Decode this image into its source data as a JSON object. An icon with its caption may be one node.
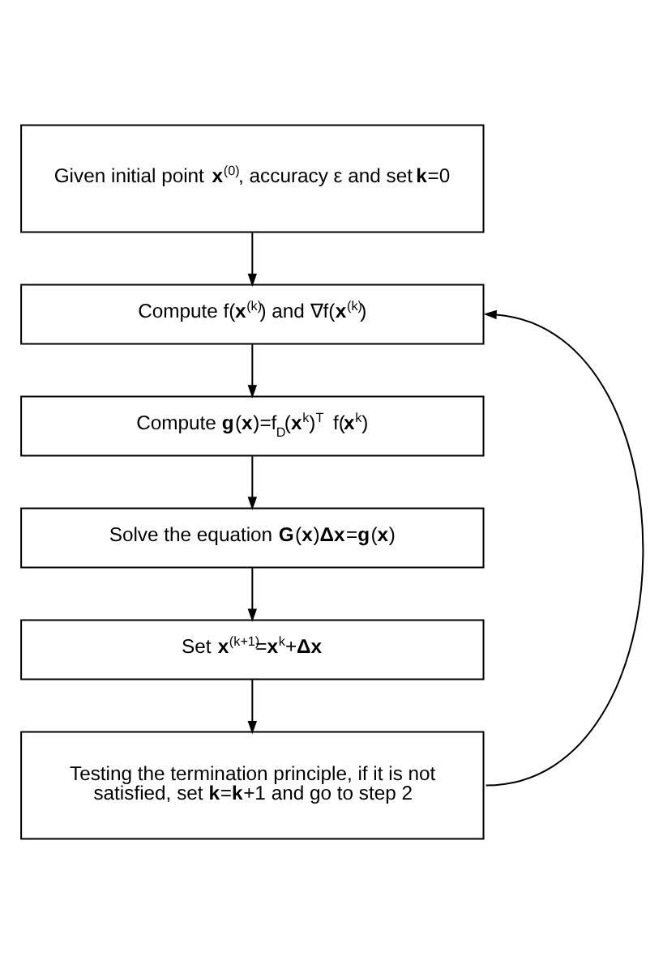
{
  "diagram": {
    "nodes": [
      {
        "text": [
          "Given initial point **x**$^{(0)}$, accuracy ε and set **k**=0"
        ]
      },
      {
        "text": [
          "Compute f(**x**$^{(k)}$) and ∇f(**x**$^{(k)}$)"
        ]
      },
      {
        "text": [
          "Compute **g**(**x**)=f$_{D}$(**x**$^{k}$)$^{T}$ f(**x**$^{k}$)"
        ]
      },
      {
        "text": [
          "Solve the equation **G**(**x**)**Δx**=**g**(**x**)"
        ]
      },
      {
        "text": [
          "Set **x**$^{(k+1)}$=**x**$^{k}$+**Δx**"
        ]
      },
      {
        "text": [
          "Testing the termination principle, if it is not satisfied, set **k**=**k**+1 and go to step 2"
        ]
      }
    ],
    "edges": [
      {
        "from": 0,
        "to": 1,
        "arrow": "to"
      },
      {
        "from": 1,
        "to": 2,
        "arrow": "to"
      },
      {
        "from": 2,
        "to": 3,
        "arrow": "to"
      },
      {
        "from": 3,
        "to": 4,
        "arrow": "to"
      },
      {
        "from": 4,
        "to": 5,
        "arrow": "to"
      },
      {
        "from": 5,
        "to": 1,
        "arrow": "to"
      }
    ]
  }
}
